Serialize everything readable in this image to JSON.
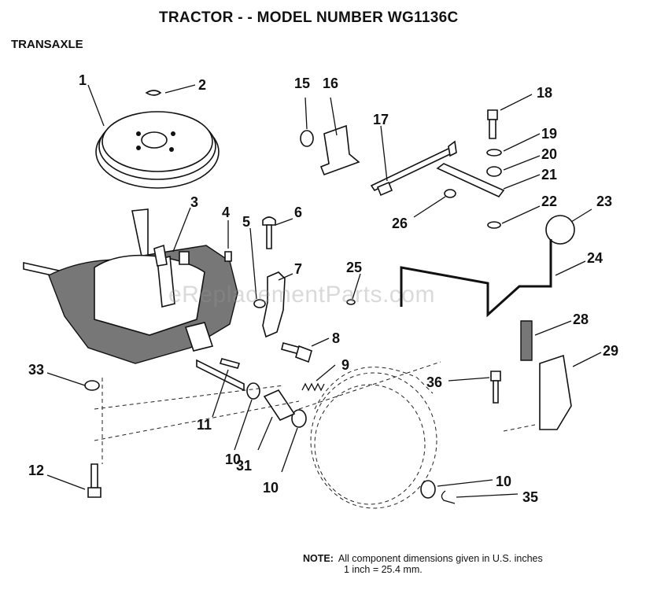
{
  "title": "TRACTOR - - MODEL NUMBER  WG1136C",
  "subtitle": "TRANSAXLE",
  "watermark": "eReplacementParts.com",
  "note": {
    "label": "NOTE:",
    "line1": "All component dimensions given in U.S. inches",
    "line2": "1 inch = 25.4 mm."
  },
  "callouts": [
    "1",
    "2",
    "3",
    "4",
    "5",
    "6",
    "7",
    "8",
    "9",
    "10",
    "10",
    "10",
    "11",
    "12",
    "15",
    "16",
    "17",
    "18",
    "19",
    "20",
    "21",
    "22",
    "23",
    "24",
    "25",
    "26",
    "28",
    "29",
    "31",
    "33",
    "35",
    "36"
  ]
}
